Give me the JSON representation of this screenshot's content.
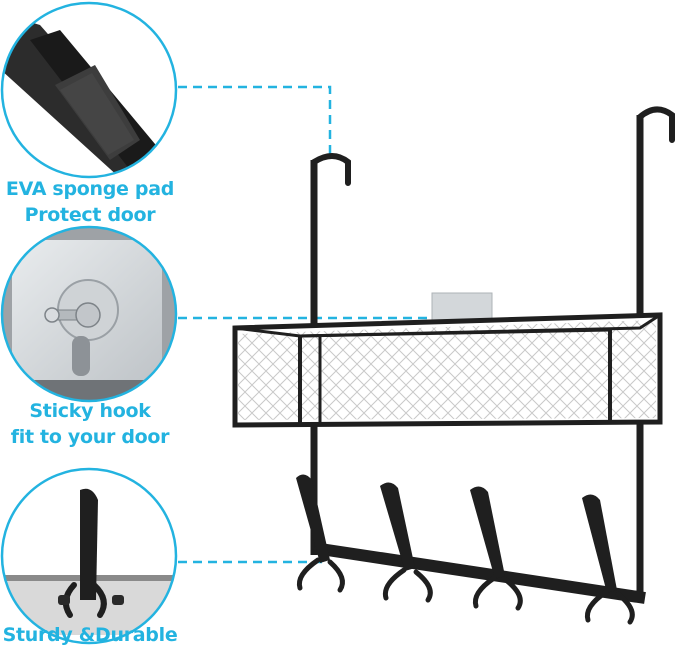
{
  "colors": {
    "accent": "#23b3e0",
    "metal": "#1f1f1f",
    "plate": "#d6d9dc"
  },
  "features": [
    {
      "icon": "eva-pad-strap-icon",
      "lines": [
        "EVA sponge pad",
        "Protect door"
      ]
    },
    {
      "icon": "sticky-hook-plate-icon",
      "lines": [
        "Sticky hook",
        "fit to your door"
      ]
    },
    {
      "icon": "double-hook-icon",
      "lines": [
        "Sturdy &Durable"
      ]
    }
  ]
}
